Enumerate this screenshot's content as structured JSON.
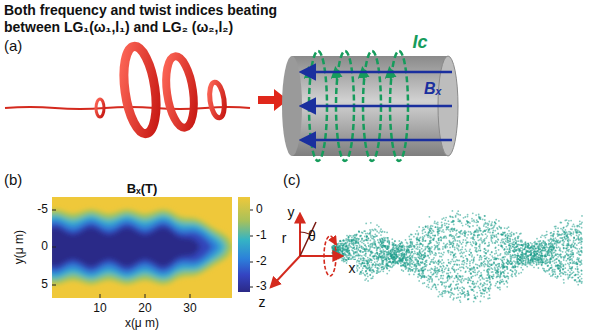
{
  "diagram": {
    "labels": [
      "(a)",
      "Both frequency and twist indices beating between LG₁(ω₁,l₁) and LG₂ (ω₂,l₂)",
      "Ic",
      "Bₓ",
      "(b)",
      "Bₓ(T)",
      "-5",
      "0",
      "5",
      "y(μ m)",
      "10",
      "20",
      "30",
      "x(μ m)",
      "0",
      "-1",
      "-2",
      "-3",
      "(c)",
      "y",
      "r",
      "θ",
      "x",
      "z"
    ]
  }
}
